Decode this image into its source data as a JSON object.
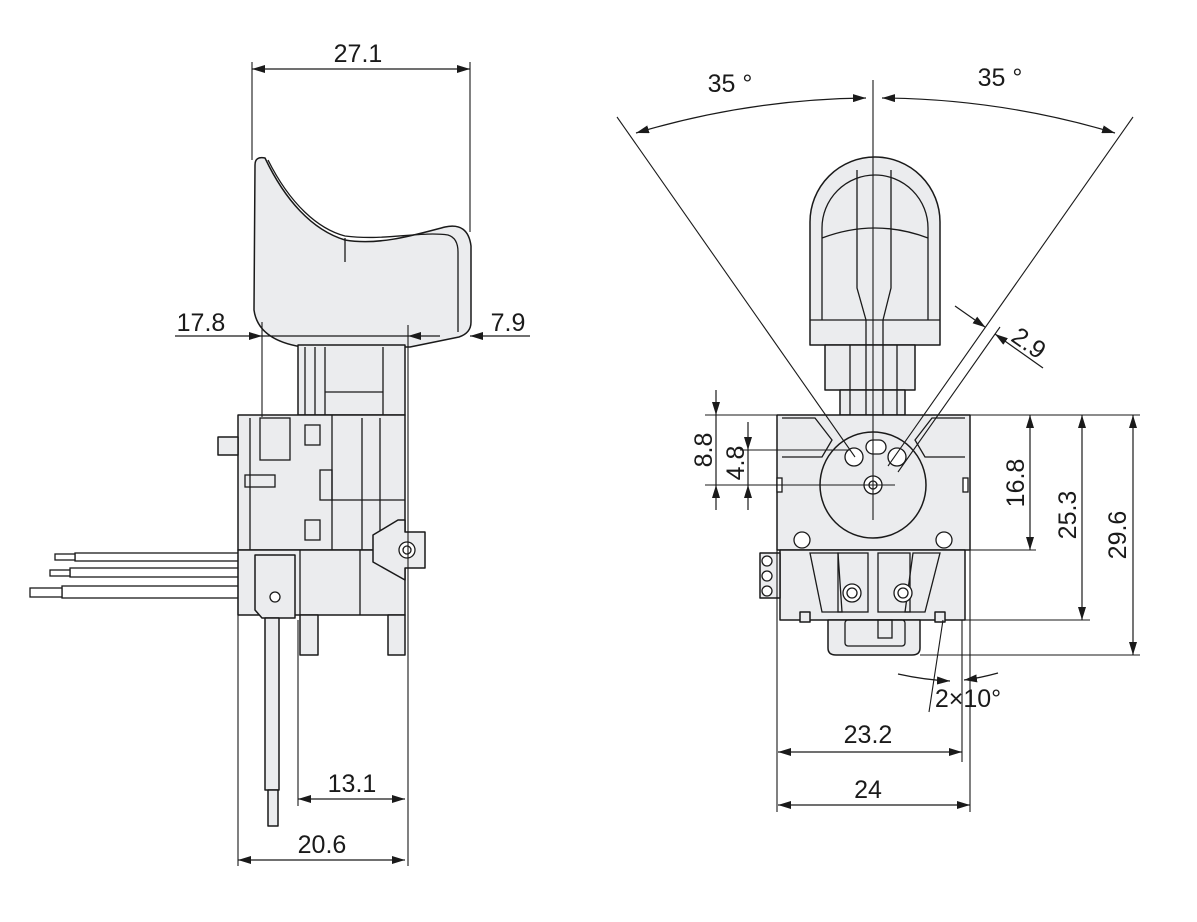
{
  "side_view": {
    "trigger_width": "27.1",
    "trigger_front": "17.8",
    "trigger_rear": "7.9",
    "pin_offset": "13.1",
    "body_depth": "20.6"
  },
  "front_view": {
    "swing_left": "35 °",
    "swing_right": "35 °",
    "stem_gap": "2.9",
    "pivot_upper": "8.8",
    "pivot_lower": "4.8",
    "body_height": "16.8",
    "terminal_height": "25.3",
    "overall_height": "29.6",
    "terminal_draft": "2×10°",
    "inner_width": "23.2",
    "overall_width": "24"
  },
  "colors": {
    "line": "#1a1a1a",
    "fill": "#ebecee",
    "background": "#ffffff"
  }
}
